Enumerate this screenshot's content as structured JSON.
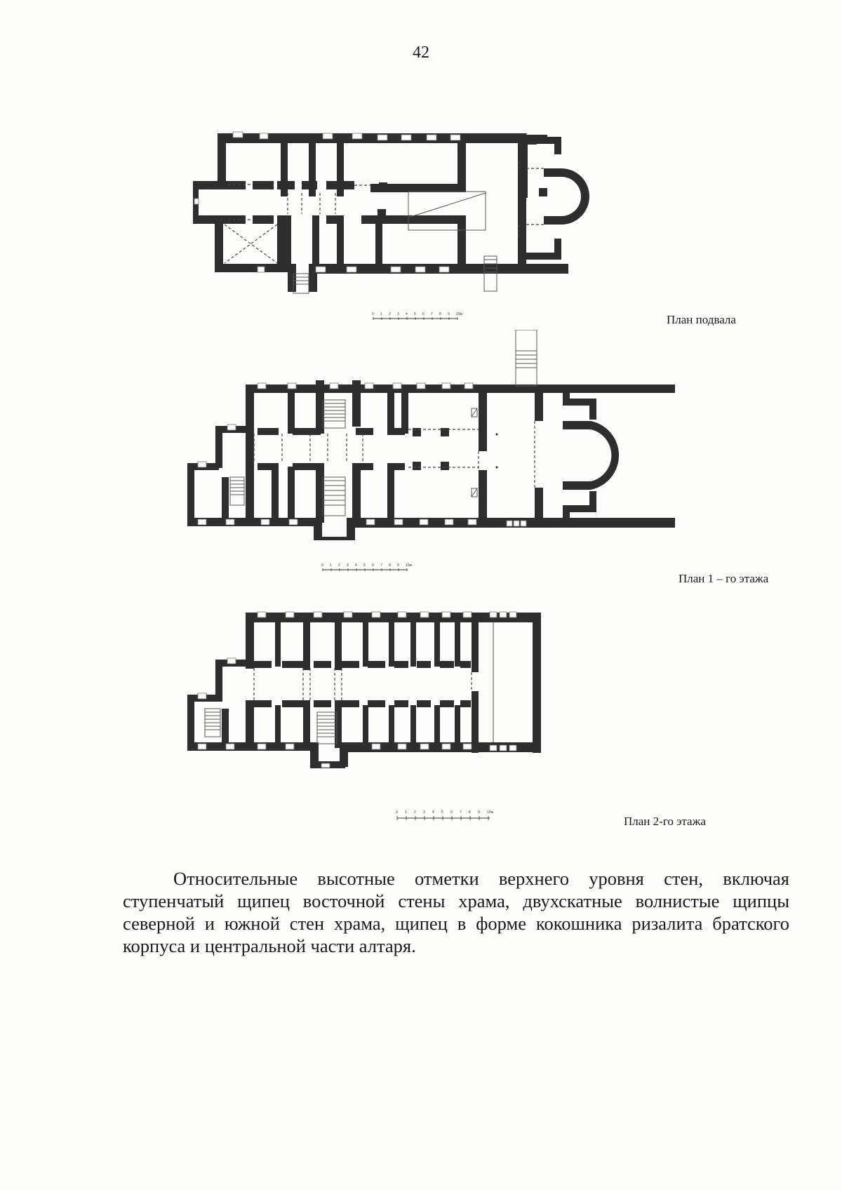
{
  "page": {
    "number": "42"
  },
  "plans": [
    {
      "id": "basement",
      "caption": "План подвала",
      "scale_labels": [
        "0",
        "1",
        "2",
        "3",
        "4",
        "5",
        "6",
        "7",
        "8",
        "9",
        "10м"
      ]
    },
    {
      "id": "first-floor",
      "caption": "План 1 – го этажа",
      "scale_labels": [
        "0",
        "1",
        "2",
        "3",
        "4",
        "5",
        "6",
        "7",
        "8",
        "9",
        "10м"
      ]
    },
    {
      "id": "second-floor",
      "caption": "План 2-го этажа",
      "scale_labels": [
        "0",
        "1",
        "2",
        "3",
        "4",
        "5",
        "6",
        "7",
        "8",
        "9",
        "10м"
      ]
    }
  ],
  "body": {
    "paragraph": "Относительные высотные отметки верхнего уровня стен, включая ступенчатый щипец восточной стены храма, двухскатные волнистые щипцы северной и южной стен храма, щипец в форме кокошника ризалита братского корпуса и центральной части алтаря."
  }
}
